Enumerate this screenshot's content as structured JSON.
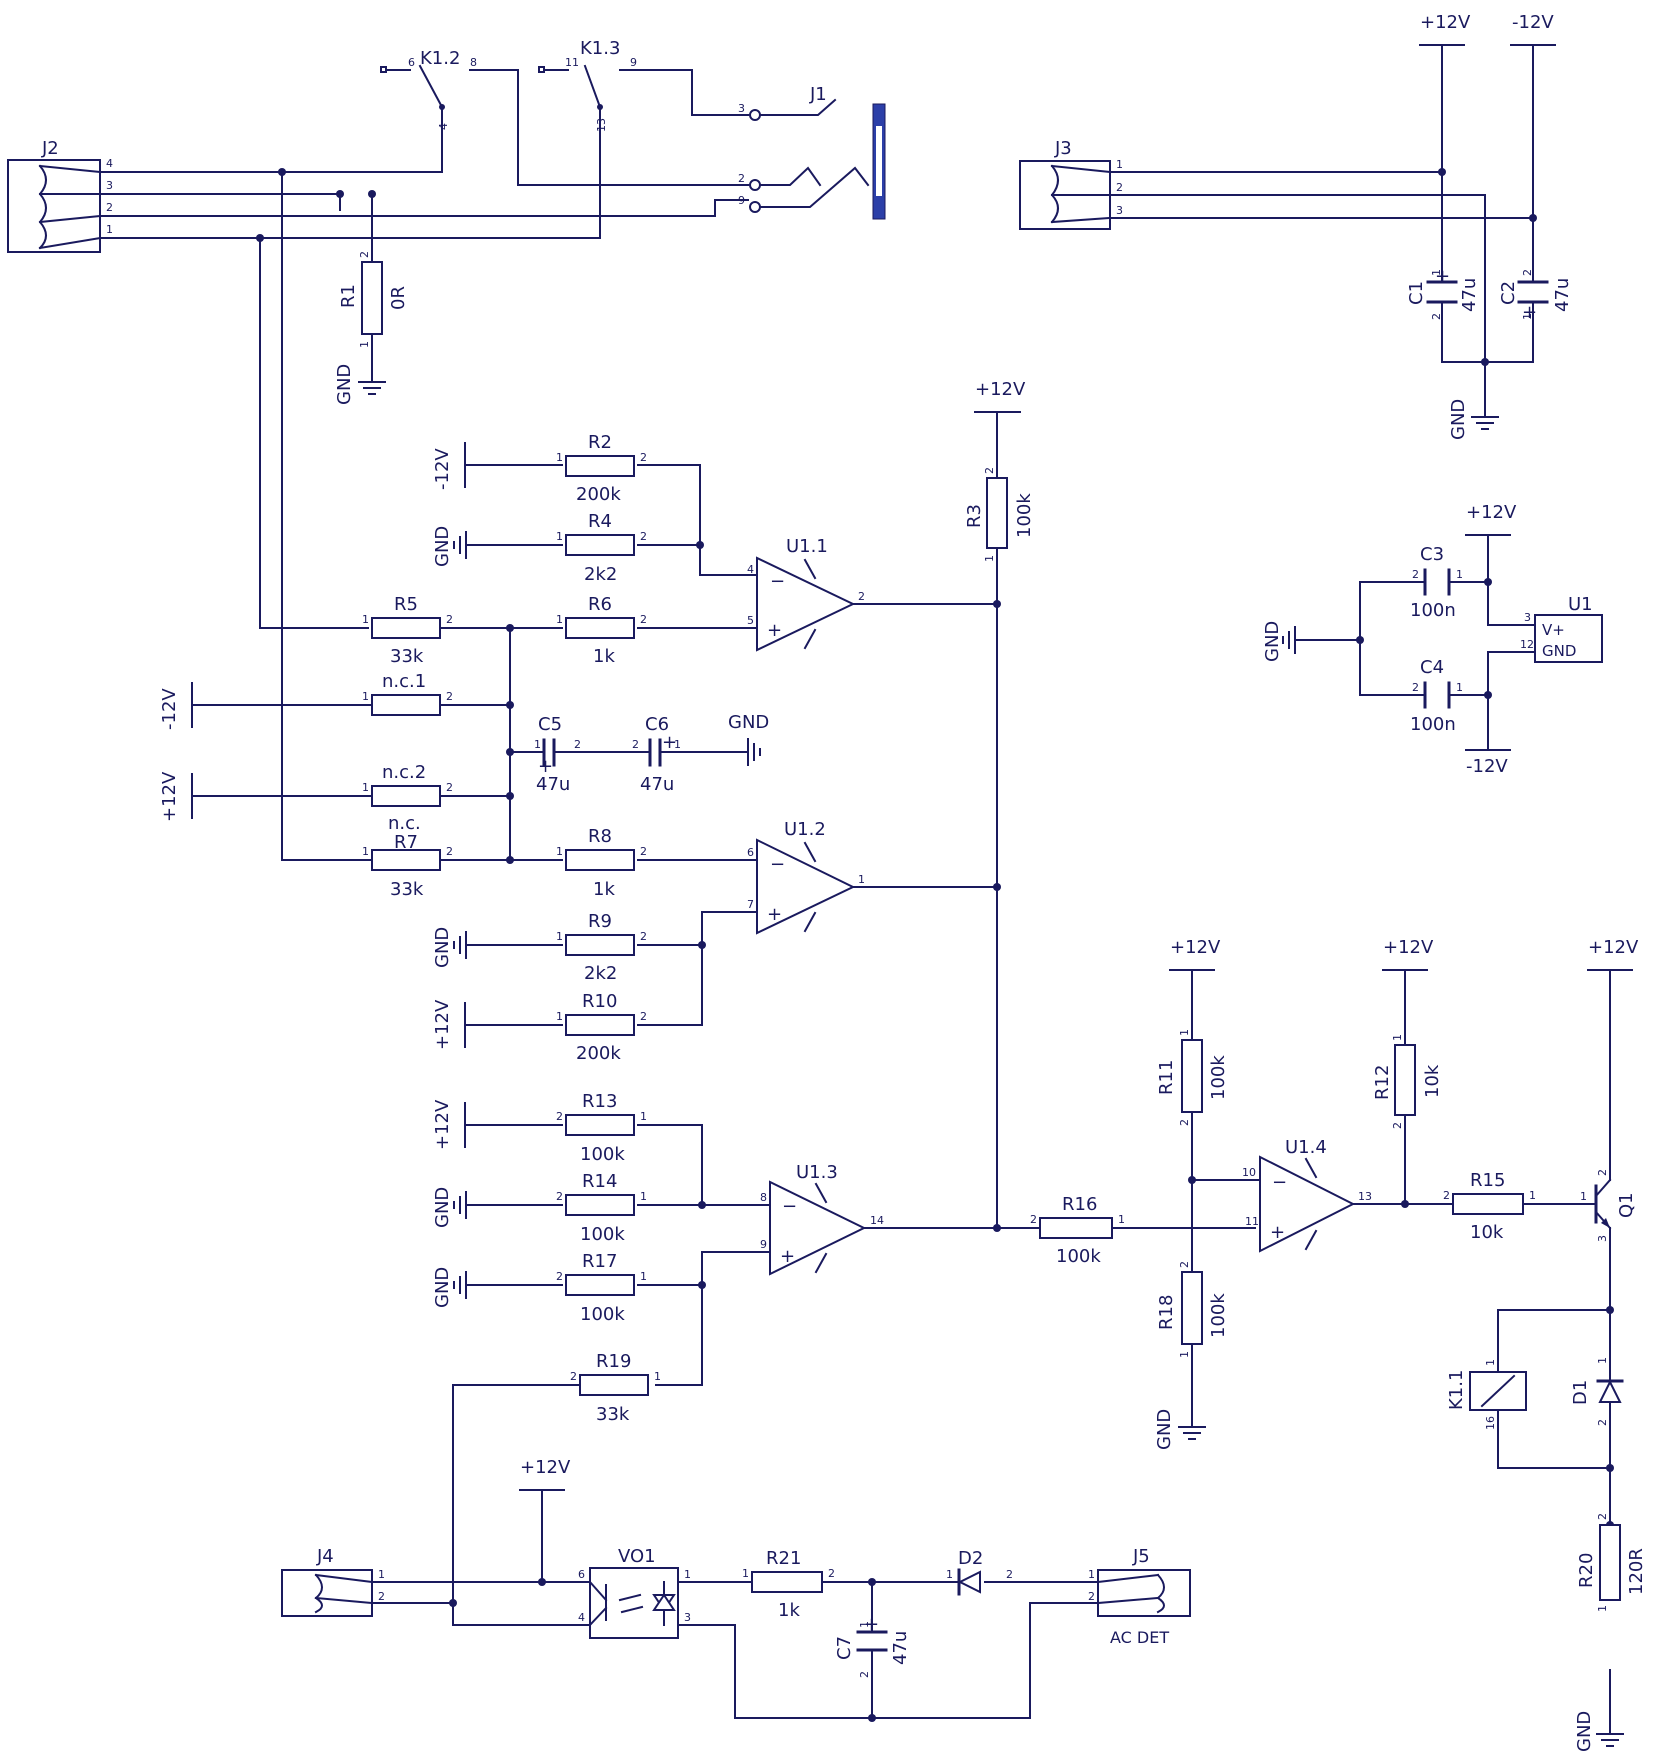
{
  "rails": {
    "p12": "+12V",
    "m12": "-12V",
    "gnd": "GND"
  },
  "pins": {
    "p1": "1",
    "p2": "2",
    "p3": "3",
    "p4": "4",
    "p5": "5",
    "p6": "6",
    "p7": "7",
    "p8": "8",
    "p9": "9",
    "p10": "10",
    "p11": "11",
    "p12": "12",
    "p13": "13",
    "p14": "14",
    "p16": "16"
  },
  "plus": "+",
  "minus": "−",
  "connectors": {
    "j1": "J1",
    "j2": "J2",
    "j3": "J3",
    "j4": "J4",
    "j5": "J5",
    "j5_label": "AC DET"
  },
  "relay": {
    "k11": "K1.1",
    "k12": "K1.2",
    "k13": "K1.3"
  },
  "resistors": {
    "r1": {
      "ref": "R1",
      "val": "0R"
    },
    "r2": {
      "ref": "R2",
      "val": "200k"
    },
    "r3": {
      "ref": "R3",
      "val": "100k"
    },
    "r4": {
      "ref": "R4",
      "val": "2k2"
    },
    "r5": {
      "ref": "R5",
      "val": "33k"
    },
    "r6": {
      "ref": "R6",
      "val": "1k"
    },
    "r7": {
      "ref": "R7",
      "val": "33k",
      "note": "n.c."
    },
    "r8": {
      "ref": "R8",
      "val": "1k"
    },
    "r9": {
      "ref": "R9",
      "val": "2k2"
    },
    "r10": {
      "ref": "R10",
      "val": "200k"
    },
    "r11": {
      "ref": "R11",
      "val": "100k"
    },
    "r12": {
      "ref": "R12",
      "val": "10k"
    },
    "r13": {
      "ref": "R13",
      "val": "100k"
    },
    "r14": {
      "ref": "R14",
      "val": "100k"
    },
    "r15": {
      "ref": "R15",
      "val": "10k"
    },
    "r16": {
      "ref": "R16",
      "val": "100k"
    },
    "r17": {
      "ref": "R17",
      "val": "100k"
    },
    "r18": {
      "ref": "R18",
      "val": "100k"
    },
    "r19": {
      "ref": "R19",
      "val": "33k"
    },
    "r20": {
      "ref": "R20",
      "val": "120R"
    },
    "r21": {
      "ref": "R21",
      "val": "1k"
    },
    "nc1": {
      "ref": "n.c.1"
    },
    "nc2": {
      "ref": "n.c.2"
    }
  },
  "capacitors": {
    "c1": {
      "ref": "C1",
      "val": "47u"
    },
    "c2": {
      "ref": "C2",
      "val": "47u"
    },
    "c3": {
      "ref": "C3",
      "val": "100n"
    },
    "c4": {
      "ref": "C4",
      "val": "100n"
    },
    "c5": {
      "ref": "C5",
      "val": "47u"
    },
    "c6": {
      "ref": "C6",
      "val": "47u"
    },
    "c7": {
      "ref": "C7",
      "val": "47u"
    }
  },
  "opamps": {
    "u11": "U1.1",
    "u12": "U1.2",
    "u13": "U1.3",
    "u14": "U1.4",
    "u1": "U1",
    "u1_vplus": "V+",
    "u1_gnd": "GND"
  },
  "semis": {
    "q1": "Q1",
    "d1": "D1",
    "d2": "D2",
    "vo1": "VO1"
  }
}
